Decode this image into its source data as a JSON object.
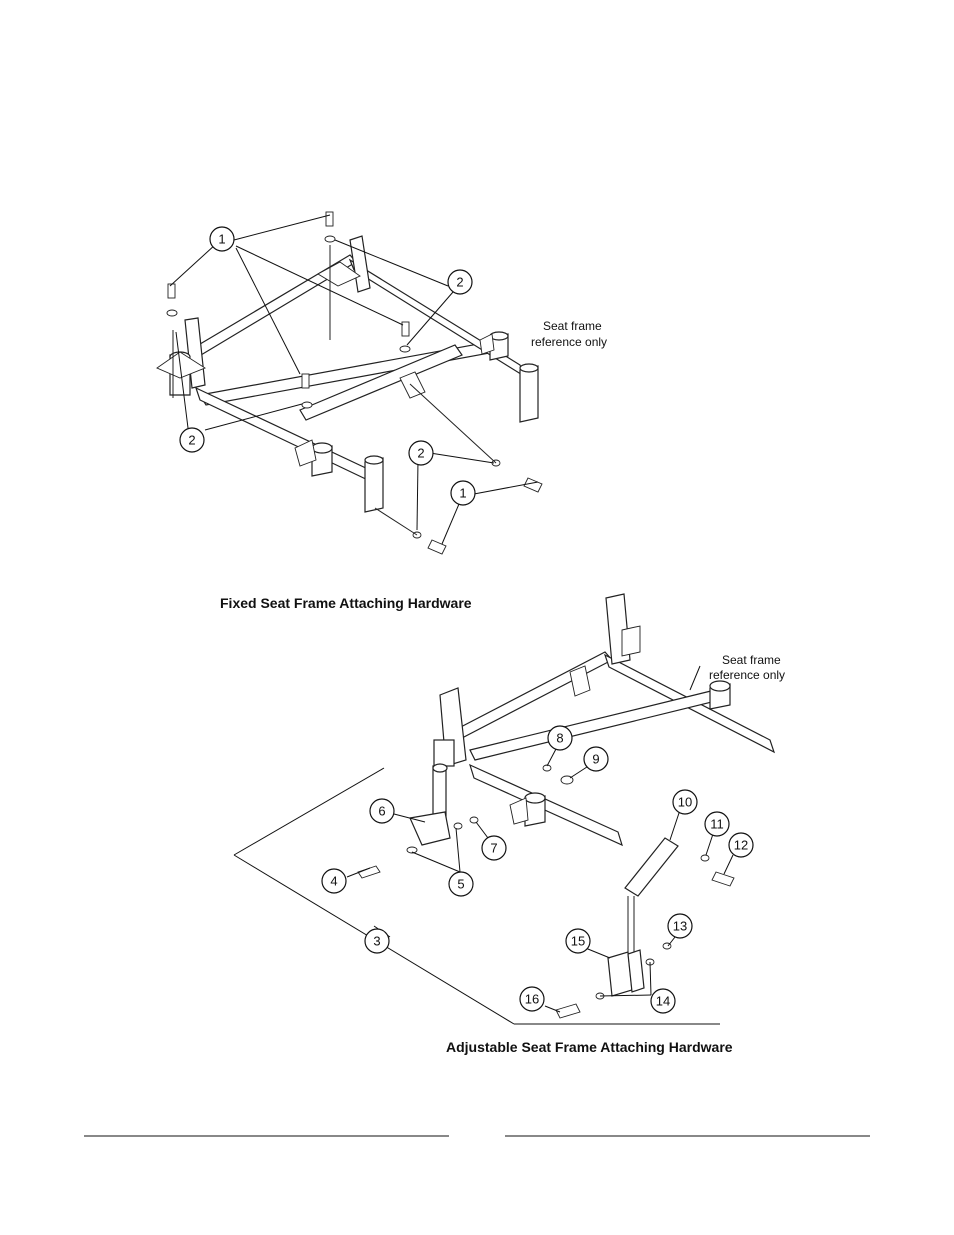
{
  "figure_fixed": {
    "caption": "Fixed Seat Frame Attaching Hardware",
    "note_line1": "Seat frame",
    "note_line2": "reference only",
    "callouts": [
      "1",
      "2",
      "2",
      "2",
      "1"
    ]
  },
  "figure_adjustable": {
    "caption": "Adjustable Seat Frame Attaching Hardware",
    "note_line1": "Seat frame",
    "note_line2": "reference only",
    "callouts": [
      "3",
      "4",
      "5",
      "6",
      "7",
      "8",
      "9",
      "10",
      "11",
      "12",
      "13",
      "14",
      "15",
      "16"
    ]
  }
}
